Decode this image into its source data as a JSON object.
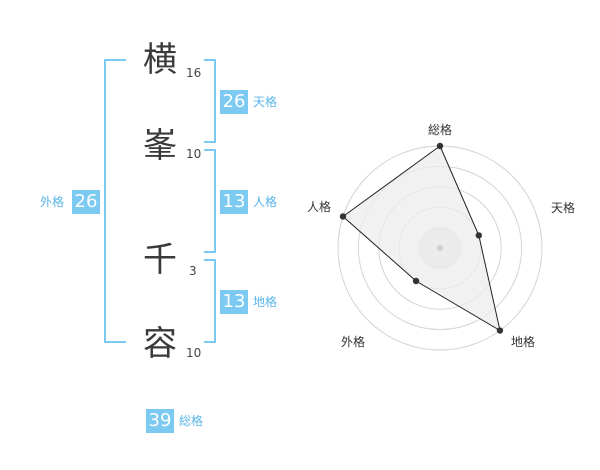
{
  "name": {
    "characters": [
      {
        "char": "横",
        "strokes": "16"
      },
      {
        "char": "峯",
        "strokes": "10"
      },
      {
        "char": "千",
        "strokes": "3"
      },
      {
        "char": "容",
        "strokes": "10"
      }
    ]
  },
  "fortune": {
    "tenkaku": {
      "value": "26",
      "label": "天格"
    },
    "jinkaku": {
      "value": "13",
      "label": "人格"
    },
    "chikaku": {
      "value": "13",
      "label": "地格"
    },
    "gaikaku": {
      "value": "26",
      "label": "外格"
    },
    "soukaku": {
      "value": "39",
      "label": "総格"
    }
  },
  "colors": {
    "accent": "#7ccaf2",
    "accent_text": "#5ab6e8",
    "radar_fill": "#ececec"
  },
  "chart_data": {
    "type": "radar",
    "axes": [
      "総格",
      "天格",
      "地格",
      "外格",
      "人格"
    ],
    "max": 5,
    "values": [
      5,
      2,
      5,
      2,
      5
    ]
  }
}
